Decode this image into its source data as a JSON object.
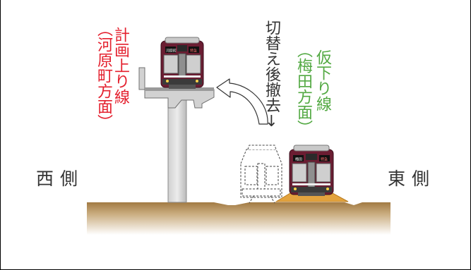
{
  "labels": {
    "west": "西側",
    "east": "東側",
    "planned_line": "計画上り線",
    "planned_line_note": "（河原町方面）",
    "temp_line": "仮下り線",
    "temp_line_note": "（梅田方面）",
    "removal_note": "切替え後撤去↓"
  },
  "train_plates": {
    "upper_destination": "河原町",
    "upper_type": "特急",
    "lower_destination": "梅田",
    "lower_type": "特急"
  },
  "colors": {
    "planned": "#e4202e",
    "temporary": "#53a943",
    "train_body": "#6b1d32",
    "ground": "#b0874e",
    "ballast": "#e3a33e"
  }
}
